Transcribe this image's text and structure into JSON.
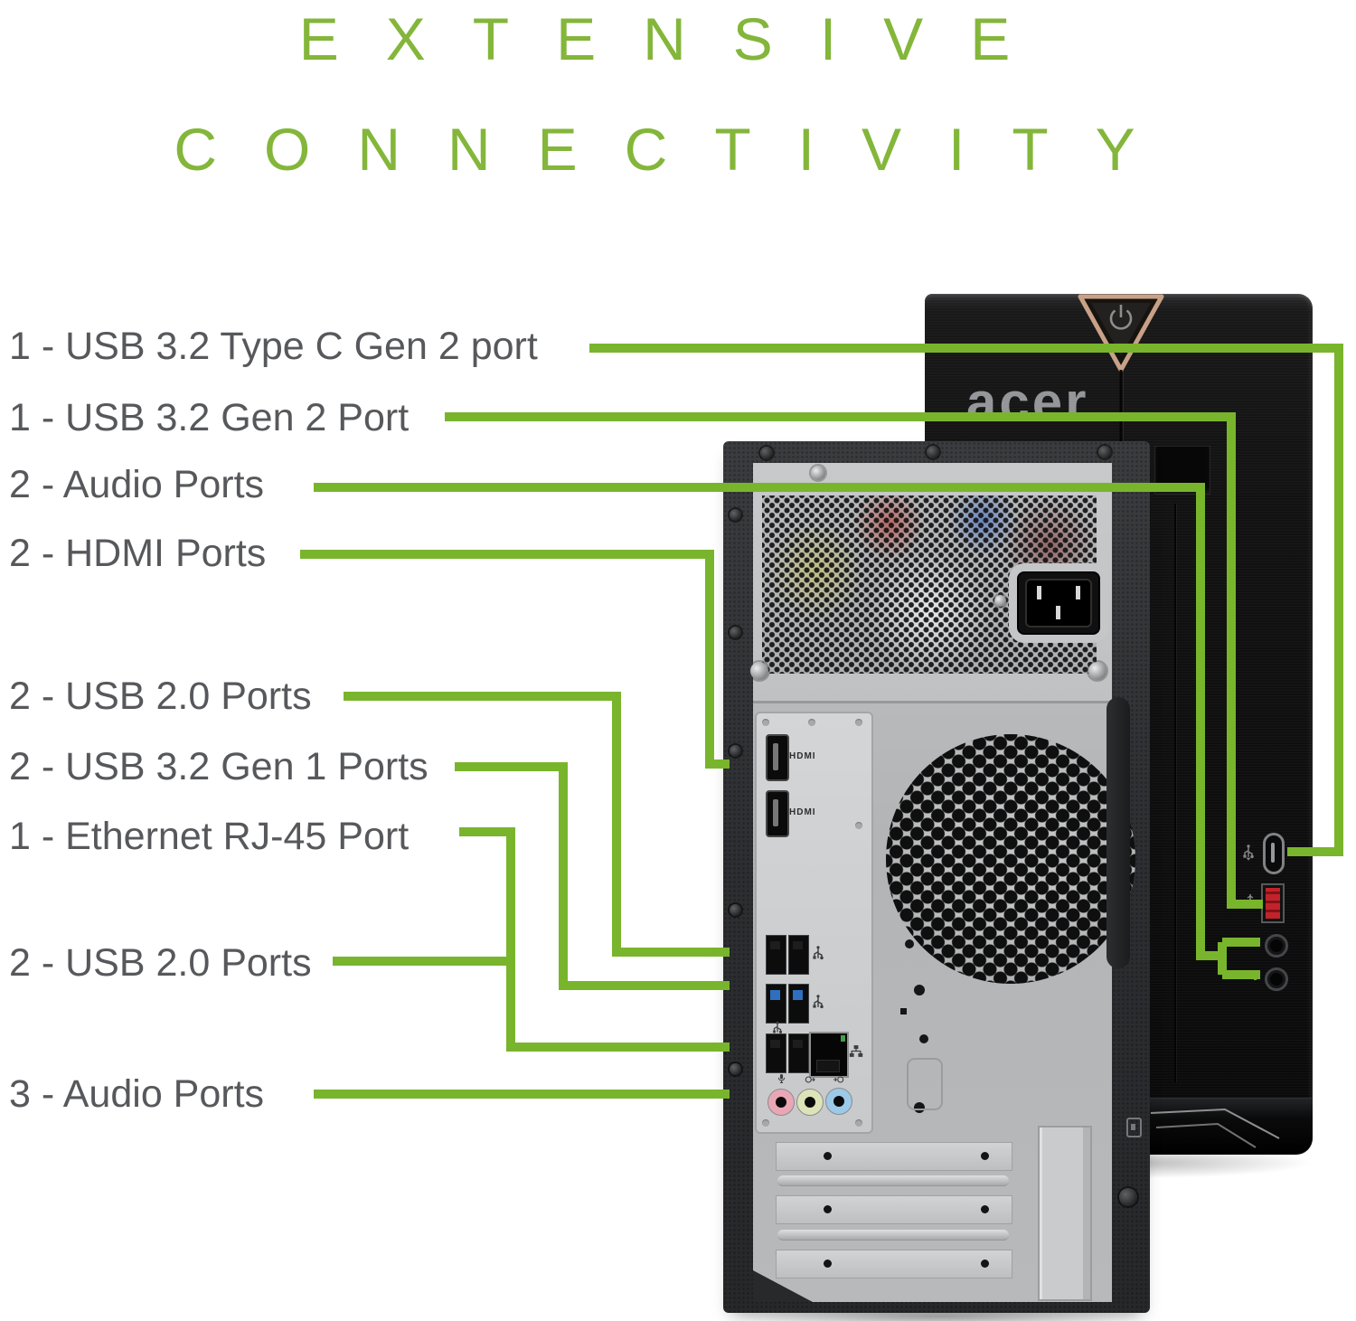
{
  "title": {
    "line1": "EXTENSIVE",
    "line2": "CONNECTIVITY"
  },
  "callout_labels": [
    {
      "text": "1 - USB 3.2 Type C Gen 2 port"
    },
    {
      "text": "1 - USB 3.2 Gen 2 Port"
    },
    {
      "text": "2 - Audio Ports"
    },
    {
      "text": "2 - HDMI Ports"
    },
    {
      "text": "2 - USB 2.0 Ports"
    },
    {
      "text": "2 - USB 3.2 Gen 1 Ports"
    },
    {
      "text": "1 - Ethernet RJ-45 Port"
    },
    {
      "text": "2 - USB 2.0 Ports"
    },
    {
      "text": "3 - Audio Ports"
    }
  ],
  "front_tower": {
    "brand_logo": "acer"
  },
  "rear_panel": {
    "hdmi_label_1": "HDMI",
    "hdmi_label_2": "HDMI"
  },
  "colors": {
    "accent_green": "#79b52c",
    "title_green": "#83b63a",
    "label_gray": "#57585b",
    "usb3_blue": "#2e6fc0",
    "front_usb_red": "#c2232a",
    "jack_pink": "#e9a7b6",
    "jack_lime": "#dde3b8",
    "jack_blue": "#9cc9e8"
  },
  "icons": {
    "power_button": "power-symbol-circle-bar",
    "usb_type_a": "usb-trident",
    "usb_type_c": "oval-port-outline",
    "ethernet": "network-nodes",
    "mic": "microphone",
    "line_out": "circle-arrow-out",
    "line_in": "circle-arrow-in",
    "kensington_lock": "lock-slot"
  }
}
